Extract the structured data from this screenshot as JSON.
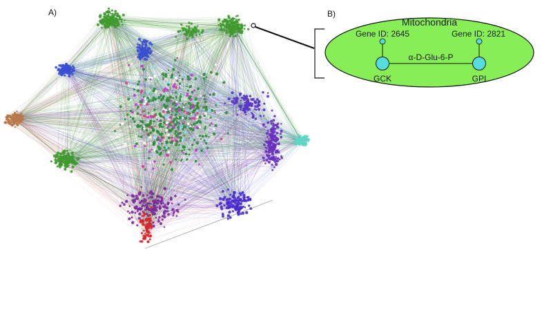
{
  "figure": {
    "panel_a_label": "A)",
    "panel_b_label": "B)"
  },
  "network": {
    "clusters": [
      {
        "name": "green-top-left",
        "color": "#3f9a2e"
      },
      {
        "name": "green-top-right",
        "color": "#3f9a2e"
      },
      {
        "name": "green-left",
        "color": "#3f9a2e"
      },
      {
        "name": "blue-left",
        "color": "#3a4fd0"
      },
      {
        "name": "blue-top",
        "color": "#3a4fd0"
      },
      {
        "name": "orange-left",
        "color": "#b8784a"
      },
      {
        "name": "cyan-right",
        "color": "#5fd6c4"
      },
      {
        "name": "purple-right",
        "color": "#6a2fc0"
      },
      {
        "name": "purple-bottom",
        "color": "#7a2a9a"
      },
      {
        "name": "red-bottom",
        "color": "#d8262a"
      },
      {
        "name": "core-mixed",
        "color": "#2f8a3a"
      }
    ]
  },
  "pathway": {
    "compartment": "Mitochondria",
    "compartment_color": "#88ee55",
    "node_color": "#55dddd",
    "gene_a": {
      "symbol": "GCK",
      "gene_id": "Gene ID: 2645"
    },
    "gene_b": {
      "symbol": "GPI",
      "gene_id": "Gene ID: 2821"
    },
    "metabolite": "α-D-Glu-6-P"
  }
}
